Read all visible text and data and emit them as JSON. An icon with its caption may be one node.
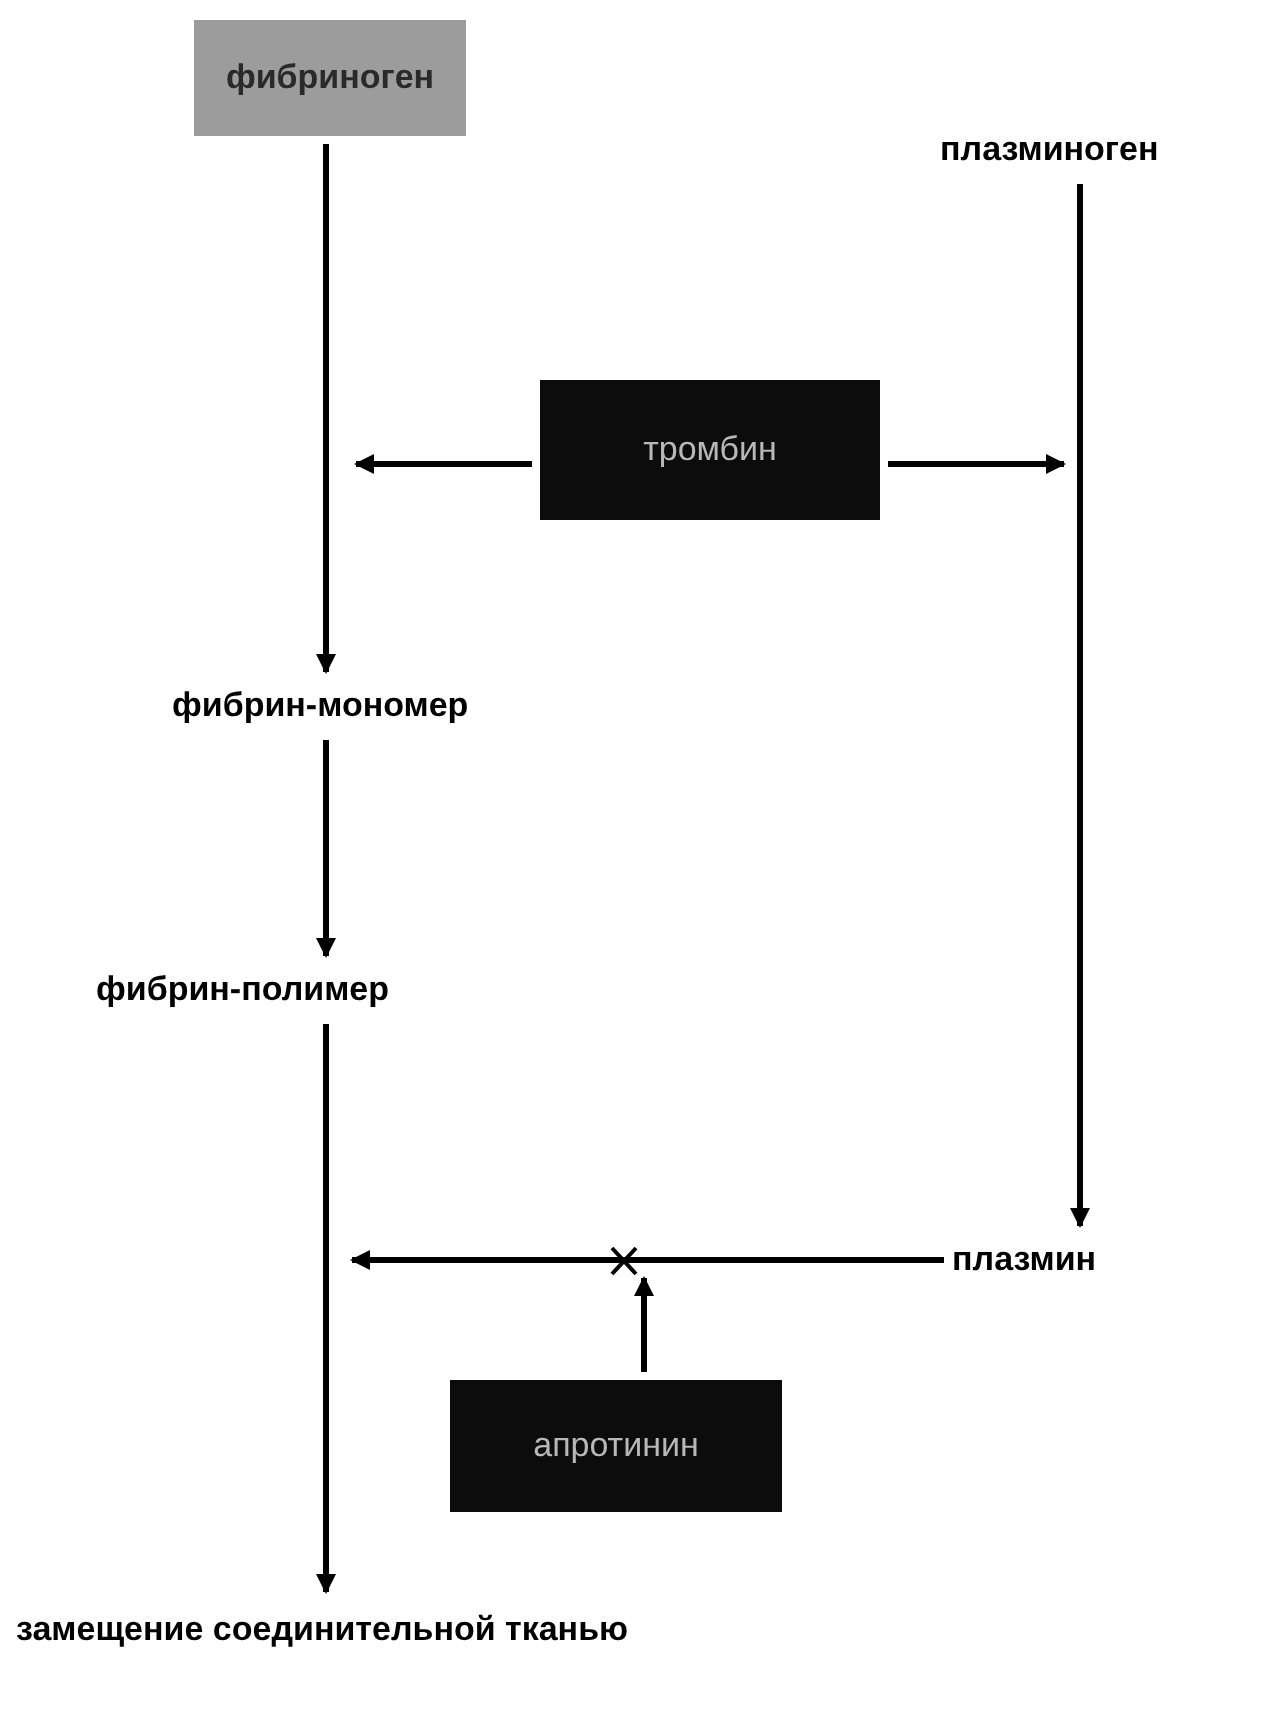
{
  "diagram": {
    "nodes": [
      {
        "text": [
          "фибриноген"
        ]
      },
      {
        "text": [
          "плазминоген"
        ]
      },
      {
        "text": [
          "тромбин"
        ]
      },
      {
        "text": [
          "фибрин-мономер"
        ]
      },
      {
        "text": [
          "фибрин-полимер"
        ]
      },
      {
        "text": [
          "плазмин"
        ]
      },
      {
        "text": [
          "апротинин"
        ]
      },
      {
        "text": [
          "замещение соединительной тканью"
        ]
      },
      {
        "text": [],
        "shape": "cross"
      }
    ],
    "edges": [
      {
        "from": 0,
        "to": 3,
        "arrow": "to"
      },
      {
        "from": 2,
        "to": null,
        "arrow": "to"
      },
      {
        "from": 2,
        "to": null,
        "arrow": "to"
      },
      {
        "from": 1,
        "to": 5,
        "arrow": "to"
      },
      {
        "from": 3,
        "to": 4,
        "arrow": "to"
      },
      {
        "from": 4,
        "to": 7,
        "arrow": "to"
      },
      {
        "from": 5,
        "to": null,
        "arrow": "to"
      },
      {
        "from": 6,
        "to": 8,
        "arrow": "to"
      }
    ]
  }
}
